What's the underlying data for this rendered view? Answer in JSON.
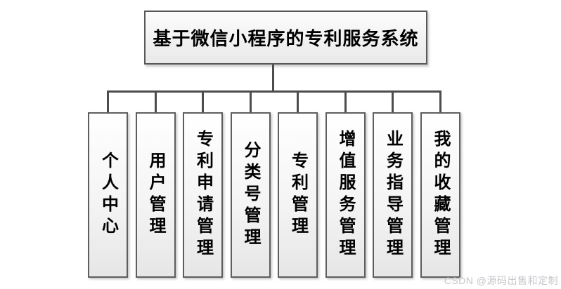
{
  "diagram": {
    "title": "基于微信小程序的专利服务系统",
    "modules": [
      {
        "label": "个人中心"
      },
      {
        "label": "用户管理"
      },
      {
        "label": "专利申请管理"
      },
      {
        "label": "分类号管理"
      },
      {
        "label": "专利管理"
      },
      {
        "label": "增值服务管理"
      },
      {
        "label": "业务指导管理"
      },
      {
        "label": "我的收藏管理"
      }
    ]
  },
  "watermark": {
    "text": "CSDN @源码出售和定制"
  },
  "colors": {
    "line": "#4c4c4c",
    "box_border": "#5e5e5e",
    "box_fill_top": "#ffffff",
    "box_fill_bottom": "#e6e6e6",
    "text": "#000000",
    "watermark_text": "#c9c5cb"
  }
}
